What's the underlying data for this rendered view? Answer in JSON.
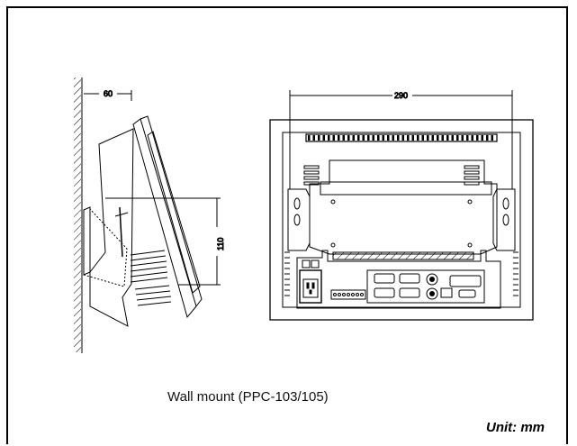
{
  "dimensions": {
    "side_depth": "60",
    "side_height": "110",
    "front_width": "290"
  },
  "caption": "Wall mount (PPC-103/105)",
  "unit_label": "Unit: mm"
}
